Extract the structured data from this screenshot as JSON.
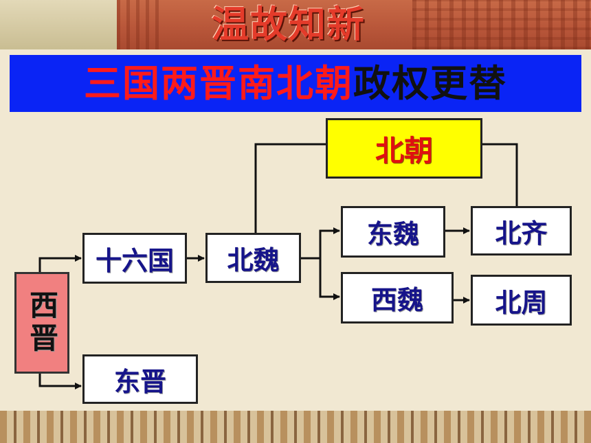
{
  "banner": {
    "title": "温故知新"
  },
  "title": {
    "red_part": "三国两晋南北朝",
    "black_part": "政权更替"
  },
  "nodes": {
    "xijin": "西晋",
    "shiliuguo": "十六国",
    "dongjin": "东晋",
    "beiwei": "北魏",
    "dongwei": "东魏",
    "xiwei": "西魏",
    "beiqi": "北齐",
    "beizhou": "北周",
    "beichao": "北朝"
  },
  "colors": {
    "title_bar": "#0a24f5",
    "title_red": "#ff1a1a",
    "beichao_box": "#ffff00",
    "xijin_box": "#f18080",
    "node_text": "#16148a"
  }
}
